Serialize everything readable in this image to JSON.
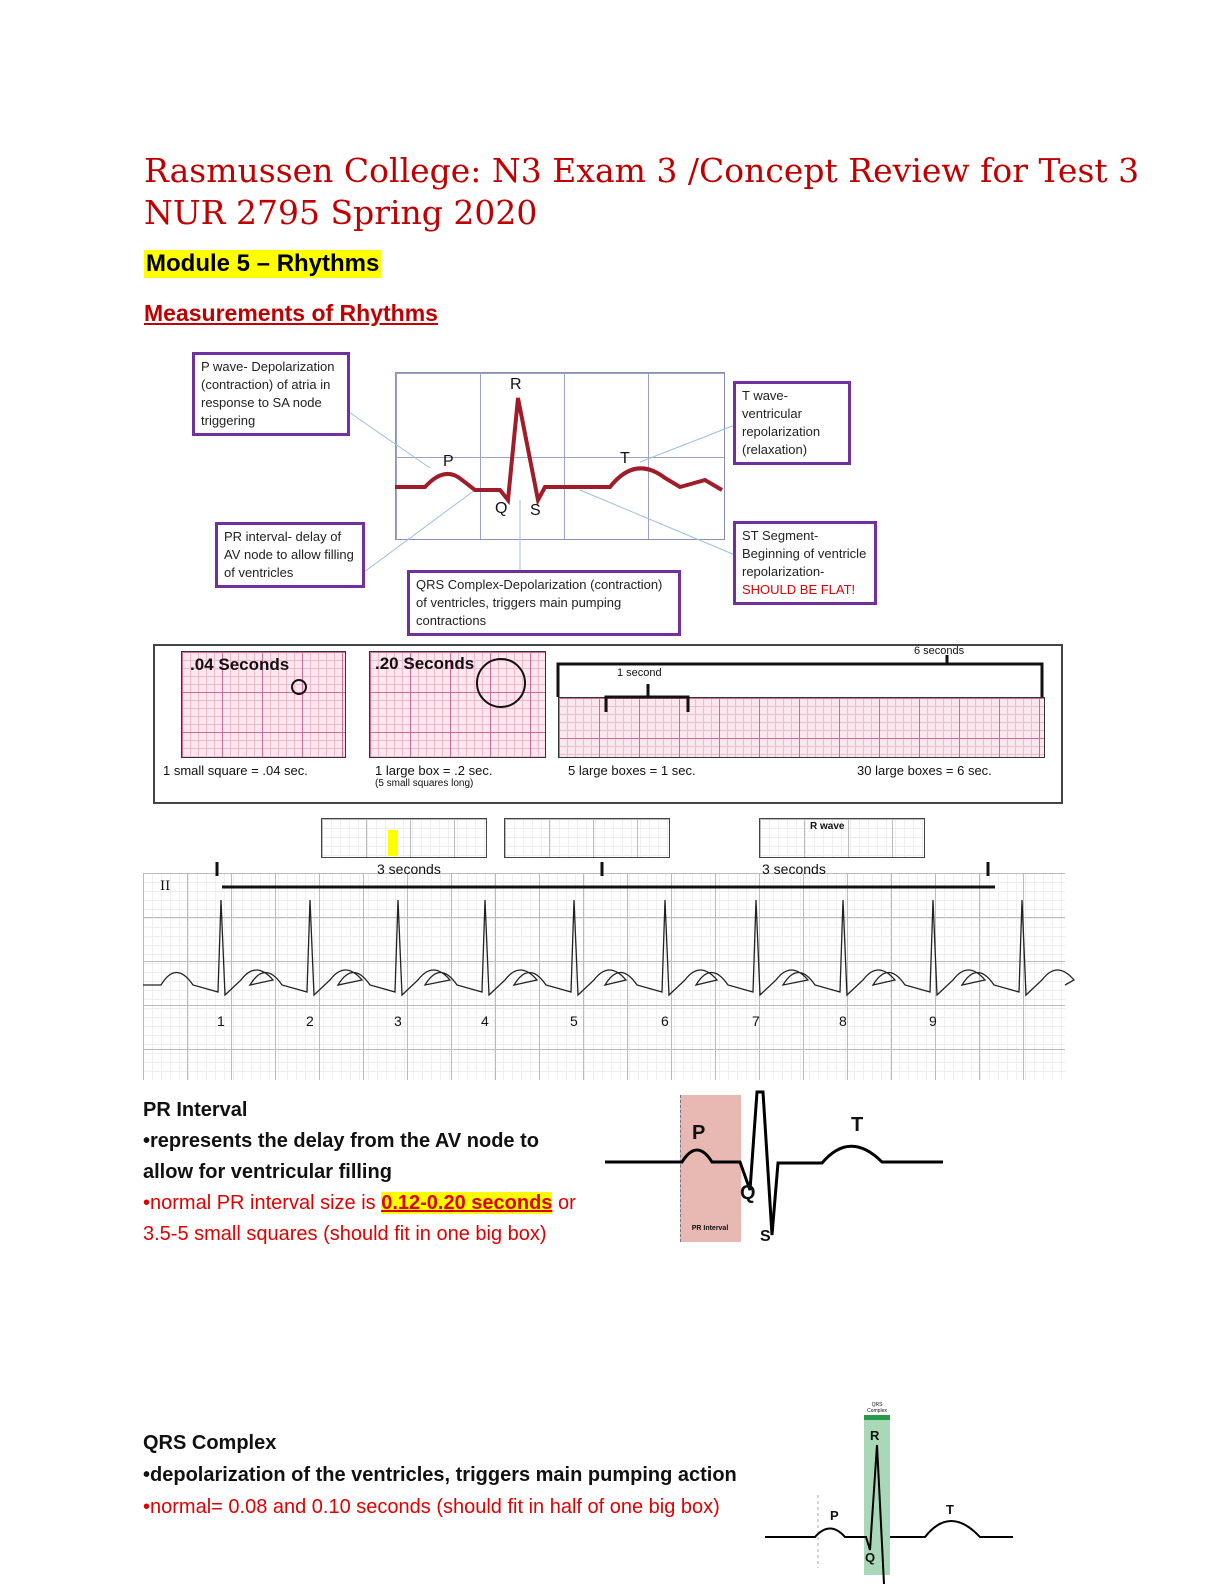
{
  "title": "Rasmussen College: N3 Exam 3 /Concept Review for Test 3 NUR 2795 Spring 2020",
  "module_heading": "Module 5 – Rhythms",
  "section_heading": "Measurements of Rhythms",
  "wave_diagram": {
    "labels": {
      "p": "P",
      "q": "Q",
      "r": "R",
      "s": "S",
      "t": "T"
    },
    "p_wave": "P wave- Depolarization (contraction) of atria in response to SA node triggering",
    "t_wave": "T wave- ventricular repolarization (relaxation)",
    "pr_interval": "PR interval- delay of AV node to allow filling of ventricles",
    "qrs": "QRS Complex-Depolarization (contraction) of ventricles, triggers main pumping contractions",
    "st_segment": "ST Segment- Beginning of ventricle repolarization-",
    "st_warning": "SHOULD BE FLAT!"
  },
  "measure_diagram": {
    "panel1_title": ".04 Seconds",
    "panel1_caption": "1 small square = .04 sec.",
    "panel2_title": ".20 Seconds",
    "panel2_caption": "1 large box = .2 sec.",
    "panel2_sub": "(5 small squares long)",
    "six_seconds": "6 seconds",
    "one_second": "1 second",
    "caption3": "5 large boxes = 1 sec.",
    "caption4": "30 large boxes = 6 sec."
  },
  "strip": {
    "lead": "II",
    "r_wave": "R wave",
    "three_a": "3 seconds",
    "three_b": "3 seconds",
    "beats": [
      "1",
      "2",
      "3",
      "4",
      "5",
      "6",
      "7",
      "8",
      "9"
    ]
  },
  "pr": {
    "heading": "PR Interval",
    "bullet1": "represents the delay from the AV node to allow for ventricular filling",
    "bullet2_pre": "normal PR interval size is ",
    "bullet2_hl": "0.12-0.20 seconds",
    "bullet2_post": " or",
    "bullet2_line2": "3.5-5 small squares (should fit in one big box)",
    "fig_label": "PR Interval",
    "p": "P",
    "q": "Q",
    "s": "S",
    "t": "T"
  },
  "qrs": {
    "heading": "QRS Complex",
    "bullet1": "depolarization of the ventricles, triggers main pumping action",
    "bullet2": "normal= 0.08 and 0.10 seconds (should fit in half of one big box)",
    "fig_label": "QRS Complex",
    "p": "P",
    "q": "Q",
    "r": "R",
    "t": "T"
  }
}
